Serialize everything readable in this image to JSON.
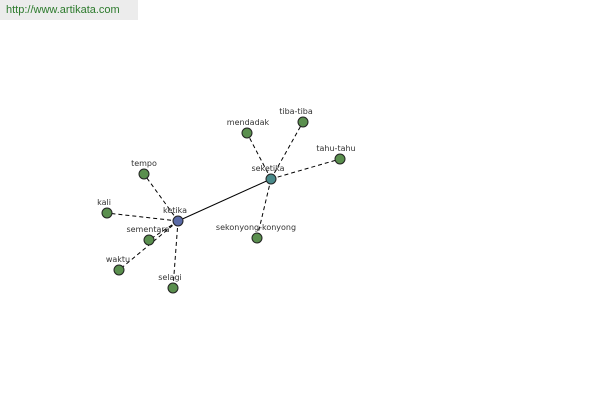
{
  "header": {
    "url_text": "http://www.artikata.com"
  },
  "colors": {
    "center_node": "#5a6aa6",
    "hub_node": "#4a8a8a",
    "leaf_node": "#5a8f4e",
    "node_stroke": "#222222",
    "edge": "#000000",
    "label": "#333333"
  },
  "graph": {
    "nodes": [
      {
        "id": "ketika",
        "label": "ketika",
        "kind": "center"
      },
      {
        "id": "seketika",
        "label": "seketika",
        "kind": "hub"
      },
      {
        "id": "tempo",
        "label": "tempo",
        "kind": "leaf"
      },
      {
        "id": "kali",
        "label": "kali",
        "kind": "leaf"
      },
      {
        "id": "sementara",
        "label": "sementara",
        "kind": "leaf"
      },
      {
        "id": "waktu",
        "label": "waktu",
        "kind": "leaf"
      },
      {
        "id": "selagi",
        "label": "selagi",
        "kind": "leaf"
      },
      {
        "id": "mendadak",
        "label": "mendadak",
        "kind": "leaf"
      },
      {
        "id": "tiba-tiba",
        "label": "tiba-tiba",
        "kind": "leaf"
      },
      {
        "id": "tahu-tahu",
        "label": "tahu-tahu",
        "kind": "leaf"
      },
      {
        "id": "sekonyong-konyong",
        "label": "sekonyong-konyong",
        "kind": "leaf"
      }
    ],
    "edges": [
      {
        "from": "ketika",
        "to": "seketika",
        "style": "solid"
      },
      {
        "from": "ketika",
        "to": "tempo",
        "style": "dashed"
      },
      {
        "from": "ketika",
        "to": "kali",
        "style": "dashed"
      },
      {
        "from": "ketika",
        "to": "sementara",
        "style": "dashed"
      },
      {
        "from": "ketika",
        "to": "waktu",
        "style": "dashed"
      },
      {
        "from": "ketika",
        "to": "selagi",
        "style": "dashed"
      },
      {
        "from": "seketika",
        "to": "mendadak",
        "style": "dashed"
      },
      {
        "from": "seketika",
        "to": "tiba-tiba",
        "style": "dashed"
      },
      {
        "from": "seketika",
        "to": "tahu-tahu",
        "style": "dashed"
      },
      {
        "from": "seketika",
        "to": "sekonyong-konyong",
        "style": "dashed"
      }
    ]
  }
}
